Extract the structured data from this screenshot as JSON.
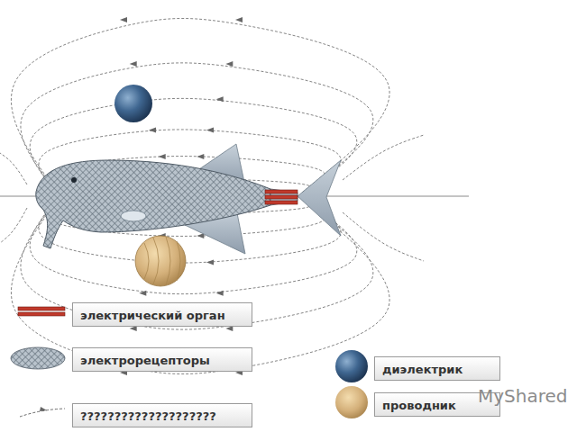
{
  "diagram": {
    "labels": [
      "MyShared"
    ],
    "legend": [
      {
        "text": "электрический орган"
      },
      {
        "text": "электрорецепторы"
      },
      {
        "text": "????????????????????"
      },
      {
        "text": "диэлектрик"
      },
      {
        "text": "проводник"
      }
    ]
  }
}
